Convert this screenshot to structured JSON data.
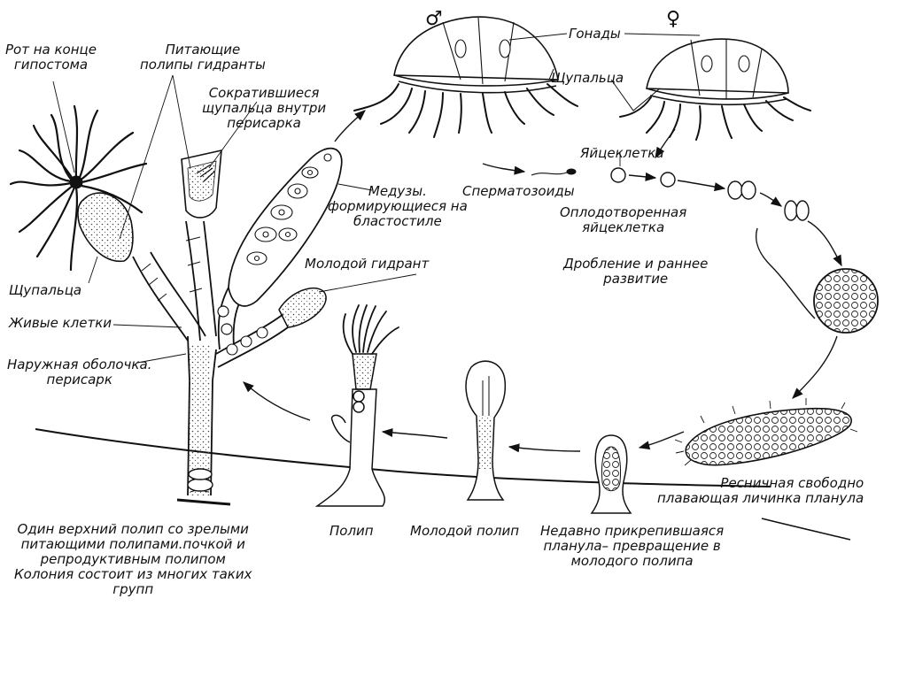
{
  "labels": {
    "mouth": [
      "Рот на конце",
      "гипостома"
    ],
    "feeding_polyps": [
      "Питающие",
      "полипы гидранты"
    ],
    "contracted_tentacles": [
      "Сократившиеся",
      "щупальца внутри",
      "перисарка"
    ],
    "medusae_forming": [
      "Медузы.",
      "формирующиеся на",
      "бластостиле"
    ],
    "young_hydranth": "Молодой гидрант",
    "tentacles_left": "Щупальца",
    "living_cells": "Живые клетки",
    "outer_shell": [
      "Наружная оболочка.",
      "перисарк"
    ],
    "gonads": "Гонады",
    "tentacles_medusa": "Щупальца",
    "egg_cell": "Яйцеклетка",
    "sperm": "Сперматозоиды",
    "fertilized_egg": [
      "Оплодотворенная",
      "яйцеклетка"
    ],
    "cleavage": [
      "Дробление и раннее",
      "развитие"
    ],
    "planula": [
      "Ресничная свободно",
      "плавающая личинка планула"
    ],
    "recent_attached": [
      "Недавно прикрепившаяся",
      "планула– превращение в",
      "молодого полипа"
    ],
    "young_polyp": "Молодой полип",
    "polyp": "Полип",
    "colony_caption": [
      "Один верхний полип со зрелыми",
      "питающими полипами.почкой и",
      "репродуктивным полипом",
      "Колония состоит из многих таких",
      "групп"
    ]
  },
  "symbols": {
    "male": "♂",
    "female": "♀"
  }
}
